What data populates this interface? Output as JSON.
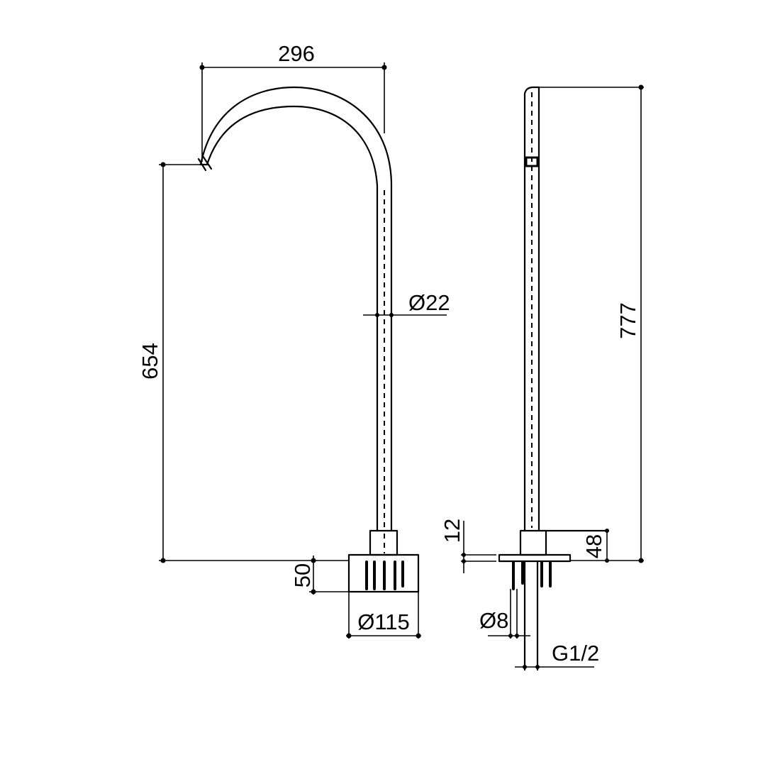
{
  "front_view": {
    "spout_reach": "296",
    "spout_height": "654",
    "tube_diameter": "Ø22",
    "base_height": "50",
    "base_diameter": "Ø115"
  },
  "side_view": {
    "total_height": "777",
    "flange_thickness": "12",
    "body_height": "48",
    "hole_diameter": "Ø8",
    "connection": "G1/2"
  },
  "colors": {
    "line": "#000000",
    "background": "#ffffff"
  }
}
